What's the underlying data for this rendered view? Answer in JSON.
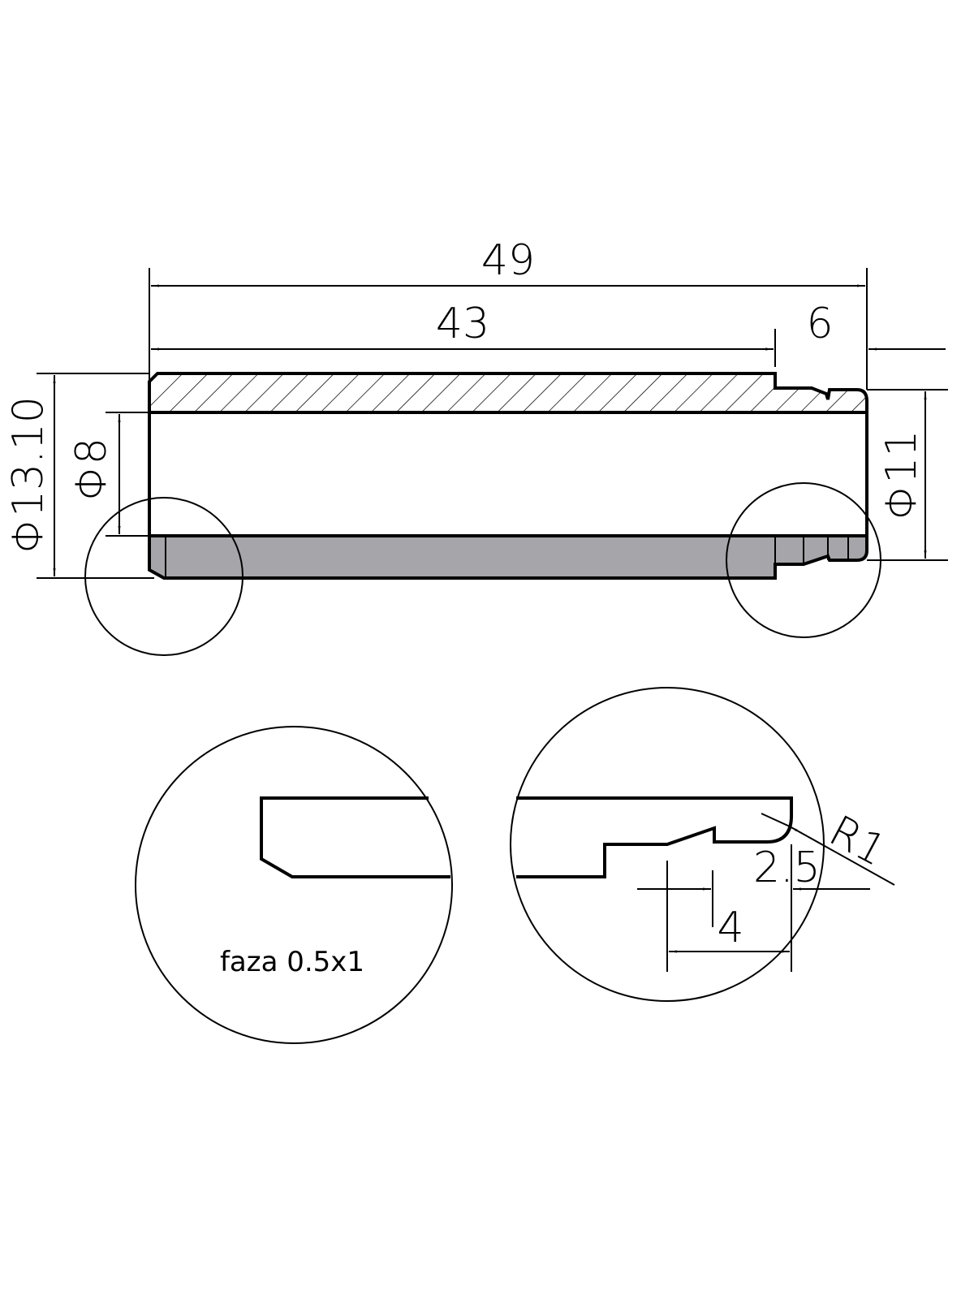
{
  "drawing": {
    "dimensions": {
      "overall_length": "49",
      "body_length": "43",
      "end_length": "6",
      "outer_diameter": "Φ13.10",
      "inner_diameter": "Φ8",
      "end_diameter": "Φ11",
      "groove_width": "2.5",
      "groove_offset": "4",
      "radius": "R1"
    },
    "notes": {
      "chamfer": "faza 0.5x1"
    },
    "colors": {
      "section_fill": "#a5a5aa",
      "line": "#000000"
    }
  }
}
